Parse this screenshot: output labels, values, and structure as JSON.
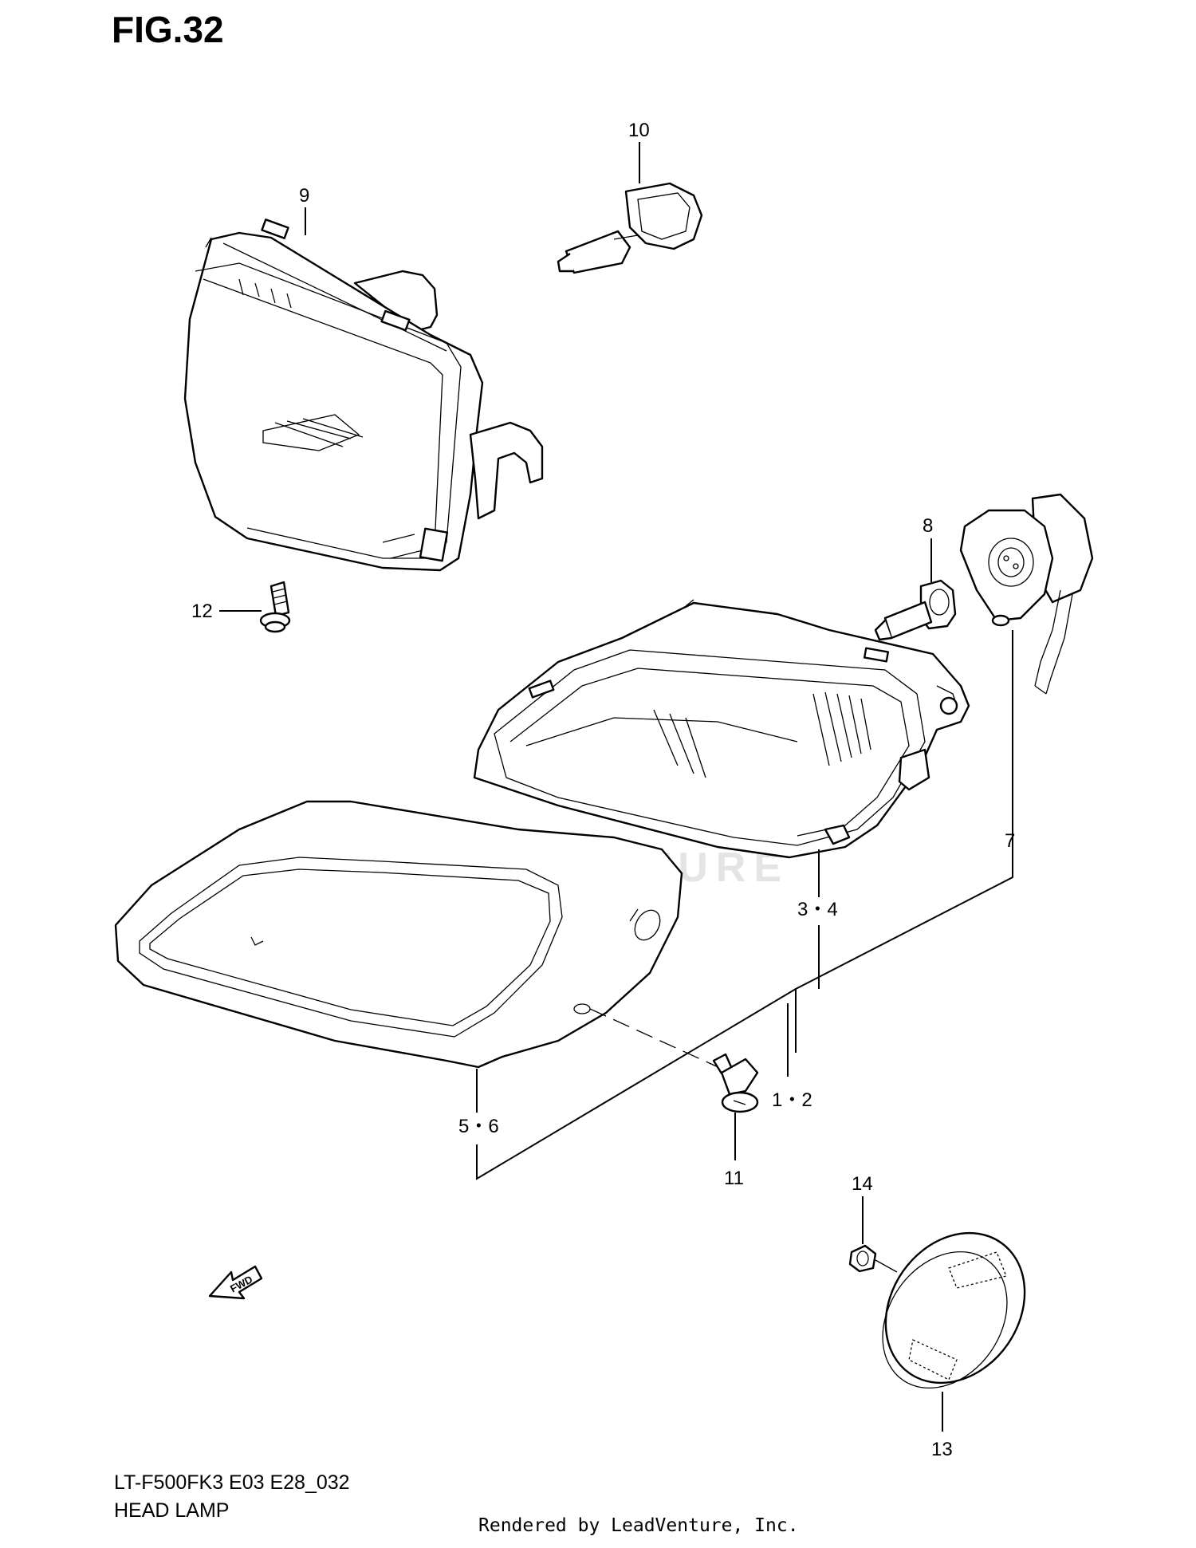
{
  "figure": {
    "title": "FIG.32",
    "model_code": "LT-F500FK3 E03 E28_032",
    "section_name": "HEAD LAMP",
    "render_credit": "Rendered by LeadVenture, Inc.",
    "watermark": "LEADVENTURE",
    "fwd_label": "FWD"
  },
  "callouts": {
    "c10": "10",
    "c9": "9",
    "c8": "8",
    "c12": "12",
    "c7": "7",
    "c34": "3・4",
    "c12b": "1・2",
    "c56": "5・6",
    "c11": "11",
    "c14": "14",
    "c13": "13"
  },
  "parts": [
    {
      "id": "headlamp-assy-9",
      "icon": "headlamp-icon"
    },
    {
      "id": "bulb-10",
      "icon": "bulb-icon"
    },
    {
      "id": "bulb-8",
      "icon": "bulb-icon"
    },
    {
      "id": "socket-7",
      "icon": "socket-icon"
    },
    {
      "id": "screw-12",
      "icon": "screw-icon"
    },
    {
      "id": "lens-housing-3-4",
      "icon": "headlamp-icon"
    },
    {
      "id": "bezel-5-6",
      "icon": "bezel-icon"
    },
    {
      "id": "clip-11",
      "icon": "clip-icon"
    },
    {
      "id": "nut-14",
      "icon": "nut-icon"
    },
    {
      "id": "reflector-13",
      "icon": "reflector-icon"
    }
  ]
}
